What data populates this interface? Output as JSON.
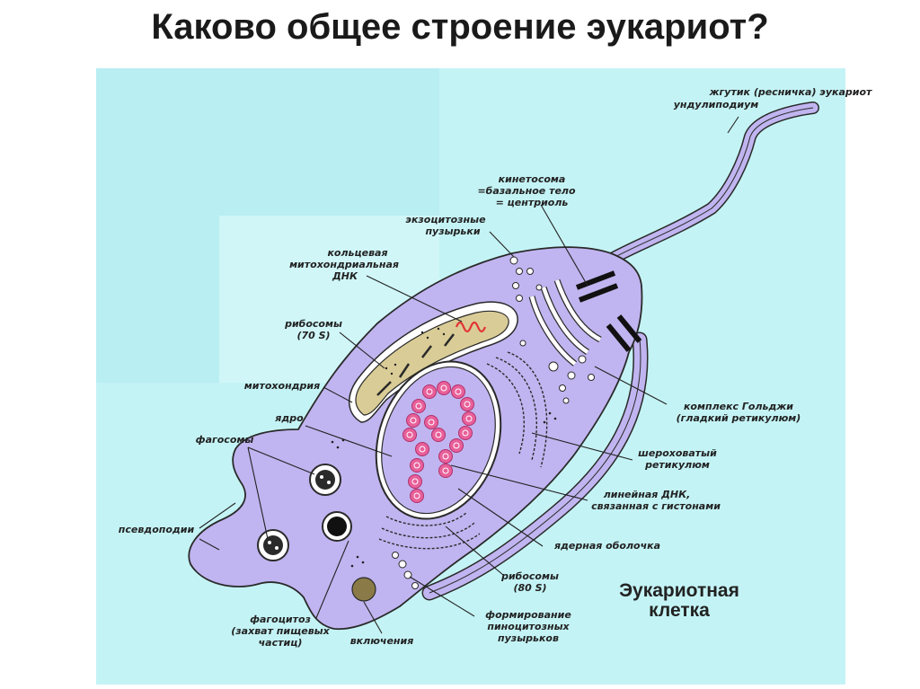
{
  "slide": {
    "title": "Каково общее строение эукариот?"
  },
  "diagram": {
    "caption_line1": "Эукариотная",
    "caption_line2": "клетка",
    "labels": {
      "flagellum_1": "жгутик (ресничка) эукариот",
      "flagellum_2": "ундулиподиум",
      "kinetosome_1": "кинетосома",
      "kinetosome_2": "=базальное тело",
      "kinetosome_3": "= центриоль",
      "exocytosis_1": "экзоцитозные",
      "exocytosis_2": "пузырьки",
      "ring_dna_1": "кольцевая",
      "ring_dna_2": "митохондриальная",
      "ring_dna_3": "ДНК",
      "ribo70_1": "рибосомы",
      "ribo70_2": "(70 S)",
      "mitochondrion": "митохондрия",
      "nucleus": "ядро",
      "phagosomes": "фагосомы",
      "pseudopodia": "псевдоподии",
      "phagocytosis_1": "фагоцитоз",
      "phagocytosis_2": "(захват пищевых",
      "phagocytosis_3": "частиц)",
      "inclusions": "включения",
      "golgi_1": "комплекс Гольджи",
      "golgi_2": "(гладкий ретикулюм)",
      "rough_er_1": "шероховатый",
      "rough_er_2": "ретикулюм",
      "linear_dna_1": "линейная ДНК,",
      "linear_dna_2": "связанная с гистонами",
      "nuclear_envelope": "ядерная оболочка",
      "ribo80_1": "рибосомы",
      "ribo80_2": "(80 S)",
      "pinocytosis_1": "формирование",
      "pinocytosis_2": "пиноцитозных",
      "pinocytosis_3": "пузырьков"
    },
    "colors": {
      "background": "#c4f3f5",
      "cytoplasm": "#c0b5f0",
      "mitochondrion_matrix": "#d9cc96",
      "mitochondrial_dna": "#e33333",
      "chromatin": "#e8609a",
      "inclusion": "#8a7a48"
    }
  }
}
